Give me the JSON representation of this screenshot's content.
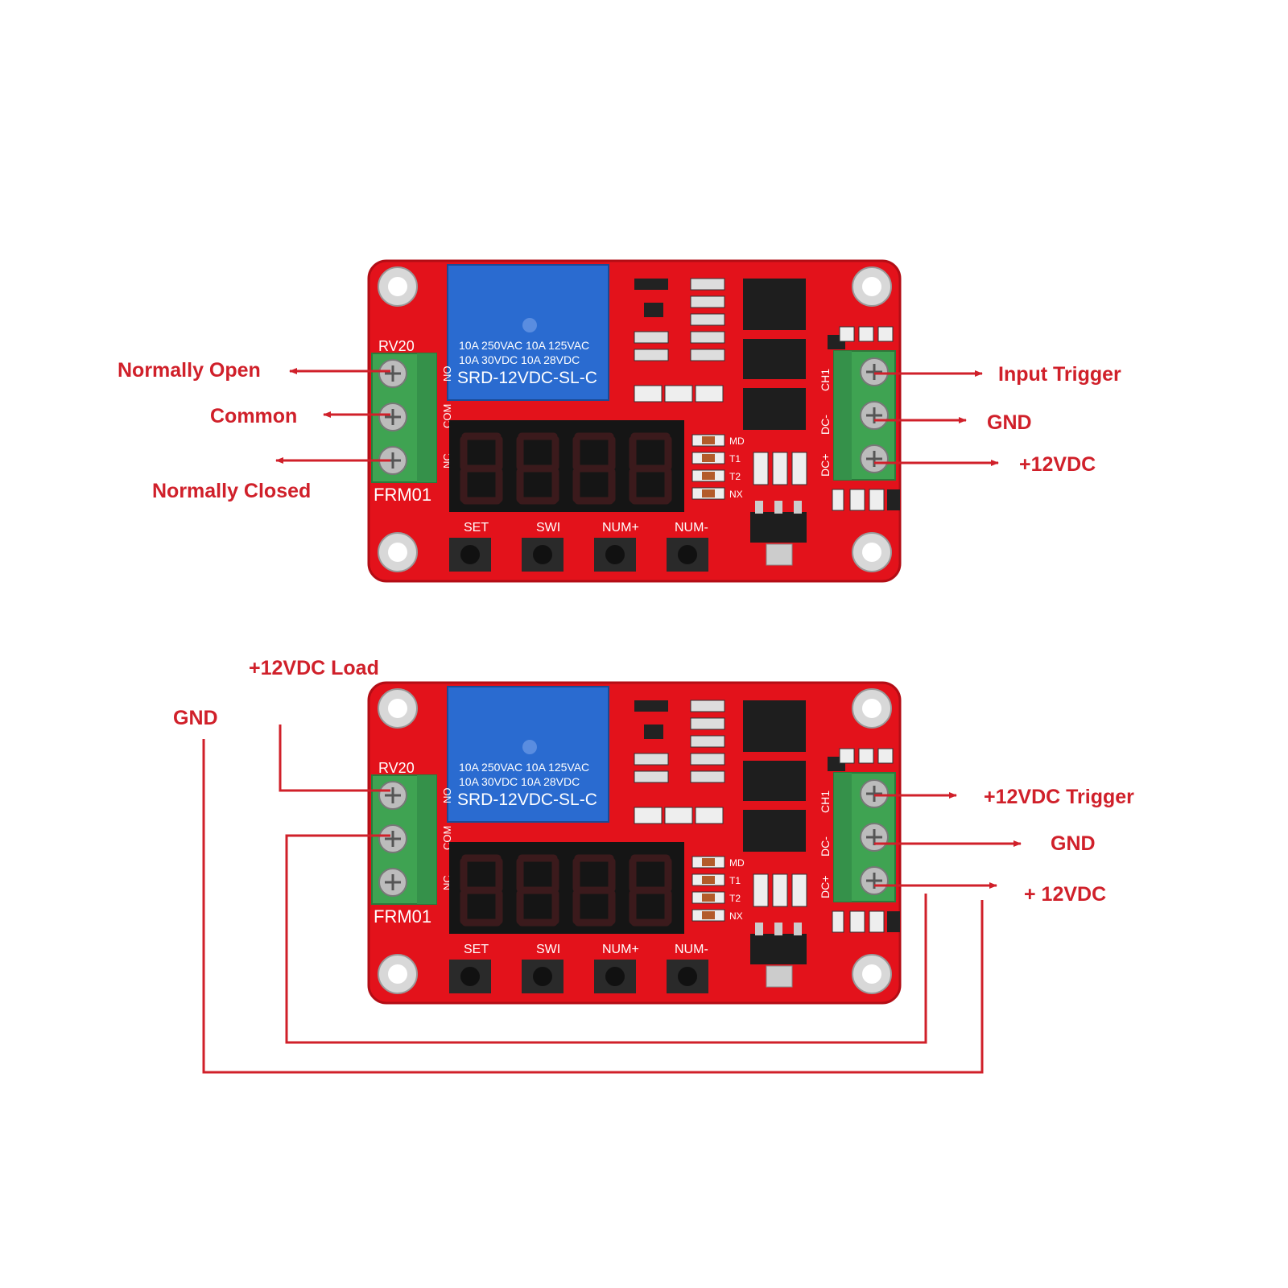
{
  "colors": {
    "pcb": "#e3121b",
    "pcb_edge": "#b30d15",
    "relay": "#2a6bd0",
    "terminal": "#3fa352",
    "display": "#151515",
    "segment_off": "#3b1a1c",
    "annotation": "#d0202a"
  },
  "board": {
    "model": "FRM01",
    "pot_label": "RV20",
    "relay_line1": "10A 250VAC  10A 125VAC",
    "relay_line2": "10A  30VDC  10A  28VDC",
    "relay_model": "SRD-12VDC-SL-C",
    "relay_pins": [
      "NO",
      "COM",
      "NC"
    ],
    "input_pins": [
      "CH1",
      "DC-",
      "DC+"
    ],
    "indicator_leds": [
      "MD",
      "T1",
      "T2",
      "NX"
    ],
    "buttons": [
      "SET",
      "SWI",
      "NUM+",
      "NUM-"
    ]
  },
  "top_diagram": {
    "left_labels": [
      "Normally Open",
      "Common",
      "Normally Closed"
    ],
    "right_labels": [
      "Input Trigger",
      "GND",
      "+12VDC"
    ]
  },
  "bottom_diagram": {
    "left_labels": [
      "+12VDC Load",
      "GND"
    ],
    "right_labels": [
      "+12VDC Trigger",
      "GND",
      "+ 12VDC"
    ]
  }
}
